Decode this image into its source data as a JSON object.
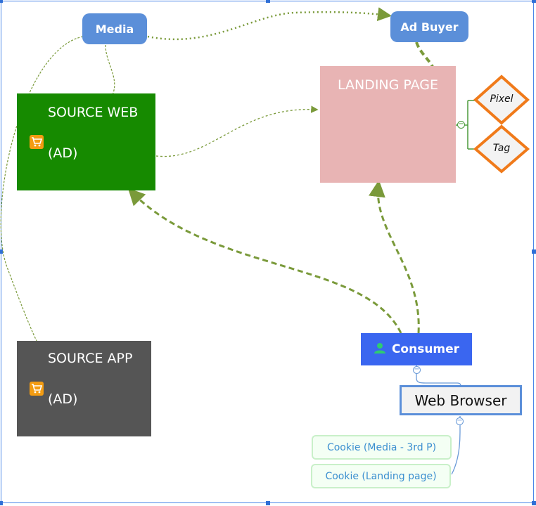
{
  "nodes": {
    "media": "Media",
    "ad_buyer": "Ad Buyer",
    "landing_page": "LANDING PAGE",
    "source_web": {
      "title": "SOURCE WEB",
      "ad": "(AD)"
    },
    "source_app": {
      "title": "SOURCE APP",
      "ad": "(AD)"
    },
    "pixel": "Pixel",
    "tag": "Tag",
    "consumer": "Consumer",
    "web_browser": "Web Browser",
    "cookies": [
      "Cookie (Media - 3rd P)",
      "Cookie (Landing page)"
    ]
  },
  "colors": {
    "pill": "#5b8fd9",
    "source_web": "#168a00",
    "source_app": "#555555",
    "landing_page": "#e8b4b4",
    "consumer": "#3a66f0",
    "diamond_border": "#f07a1a",
    "connector": "#7a9a3a"
  },
  "icons": [
    "cart-icon",
    "user-icon",
    "collapse-icon"
  ]
}
